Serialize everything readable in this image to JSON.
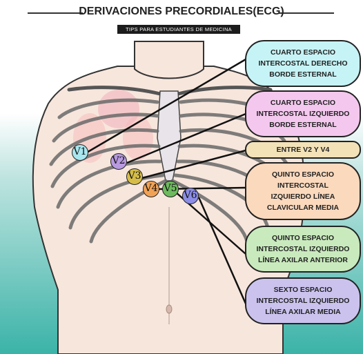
{
  "title": "DERIVACIONES PRECORDIALES(ECG)",
  "subtitle": "TIPS PARA ESTUDIANTES DE MEDICINA",
  "leads": [
    {
      "id": "V1",
      "label": "V1",
      "color": "#a8e6ef",
      "description": "CUARTO ESPACIO INTERCOSTAL DERECHO BORDE ESTERNAL"
    },
    {
      "id": "V2",
      "label": "V2",
      "color": "#b89ae0",
      "description": "CUARTO ESPACIO INTERCOSTAL IZQUIERDO BORDE ESTERNAL"
    },
    {
      "id": "V3",
      "label": "V3",
      "color": "#d6bd48",
      "description": "ENTRE V2 Y V4"
    },
    {
      "id": "V4",
      "label": "V4",
      "color": "#f2a255",
      "description": "QUINTO ESPACIO INTERCOSTAL IZQUIERDO LÍNEA CLAVICULAR MEDIA"
    },
    {
      "id": "V5",
      "label": "V5",
      "color": "#6dbb5e",
      "description": "QUINTO ESPACIO INTERCOSTAL IZQUIERDO LÍNEA AXILAR ANTERIOR"
    },
    {
      "id": "V6",
      "label": "V6",
      "color": "#8b8de6",
      "description": "SEXTO ESPACIO INTERCOSTAL IZQUIERDO LÍNEA AXILAR MEDIA"
    }
  ],
  "boxes": [
    {
      "lines": [
        "CUARTO ESPACIO",
        "INTERCOSTAL DERECHO",
        "BORDE ESTERNAL"
      ],
      "color": "#c6f3f6"
    },
    {
      "lines": [
        "CUARTO ESPACIO",
        "INTERCOSTAL IZQUIERDO",
        "BORDE ESTERNAL"
      ],
      "color": "#f4c8ee"
    },
    {
      "lines": [
        "ENTRE V2 Y V4"
      ],
      "color": "#f3e2b8"
    },
    {
      "lines": [
        "QUINTO ESPACIO",
        "INTERCOSTAL",
        "IZQUIERDO LÍNEA",
        "CLAVICULAR MEDIA"
      ],
      "color": "#fbd9bd"
    },
    {
      "lines": [
        "QUINTO ESPACIO",
        "INTERCOSTAL IZQUIERDO",
        "LÍNEA AXILAR ANTERIOR"
      ],
      "color": "#c9eabd"
    },
    {
      "lines": [
        "SEXTO ESPACIO",
        "INTERCOSTAL IZQUIERDO",
        "LÍNEA AXILAR MEDIA"
      ],
      "color": "#cbc3ee"
    }
  ]
}
